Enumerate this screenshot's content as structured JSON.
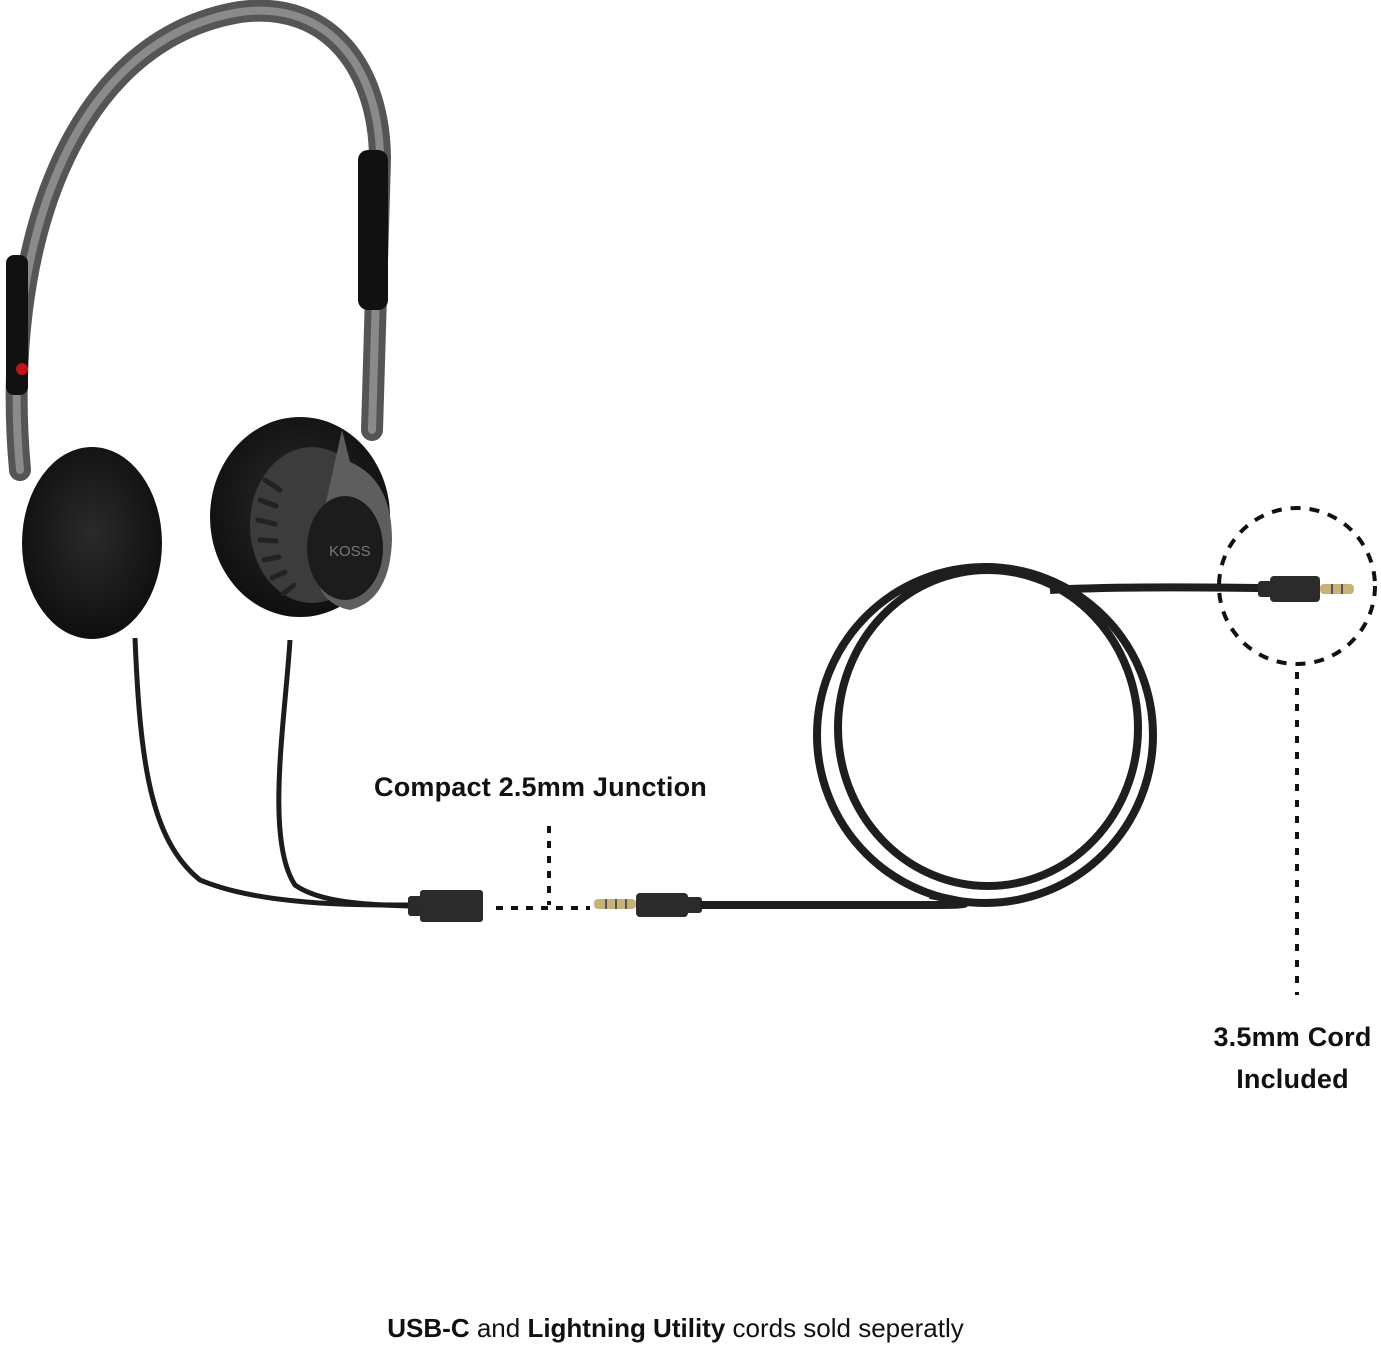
{
  "product": {
    "brand_mark": "KOSS"
  },
  "callouts": {
    "junction": {
      "label": "Compact 2.5mm Junction"
    },
    "cord": {
      "line1": "3.5mm Cord",
      "line2": "Included"
    }
  },
  "footer": {
    "part1_bold": "USB-C",
    "part2": " and ",
    "part3_bold": "Lightning Utility",
    "part4": " cords sold seperatly"
  },
  "colors": {
    "background": "#ffffff",
    "text": "#111111",
    "cable": "#1c1c1c",
    "plug_gold": "#c8b27a",
    "headband": "#6b6b6b",
    "earpad": "#1a1a1a",
    "accent_red": "#c0141c"
  }
}
